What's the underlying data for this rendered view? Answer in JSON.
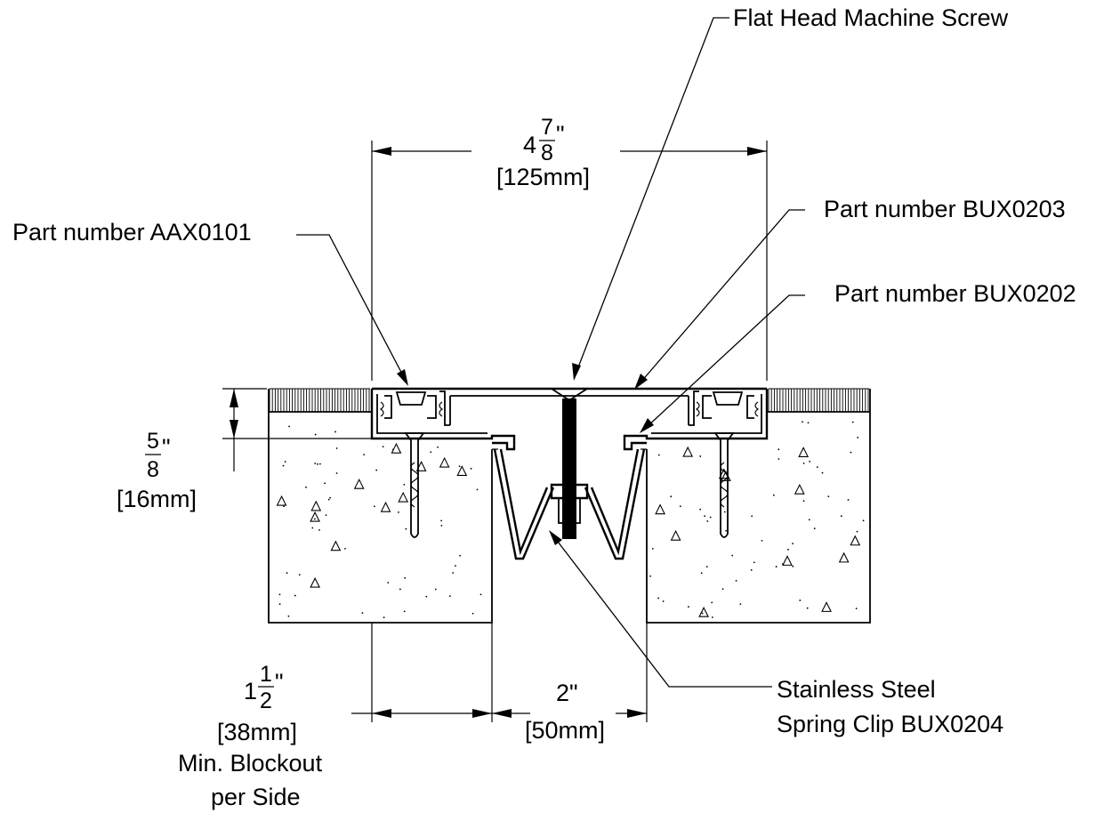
{
  "labels": {
    "screw": "Flat Head Machine Screw",
    "part_aax0101": "Part number AAX0101",
    "part_bux0203": "Part number BUX0203",
    "part_bux0202": "Part number BUX0202",
    "spring_clip_line1": "Stainless Steel",
    "spring_clip_line2": "Spring Clip BUX0204"
  },
  "dimensions": {
    "overall_width": {
      "whole": "4",
      "num": "7",
      "den": "8",
      "unit": "\"",
      "metric": "[125mm]"
    },
    "depth": {
      "num": "5",
      "den": "8",
      "unit": "\"",
      "metric": "[16mm]"
    },
    "blockout": {
      "whole": "1",
      "num": "1",
      "den": "2",
      "unit": "\"",
      "metric": "[38mm]",
      "note_line1": "Min. Blockout",
      "note_line2": "per Side"
    },
    "gap": {
      "value": "2\"",
      "metric": "[50mm]"
    }
  }
}
